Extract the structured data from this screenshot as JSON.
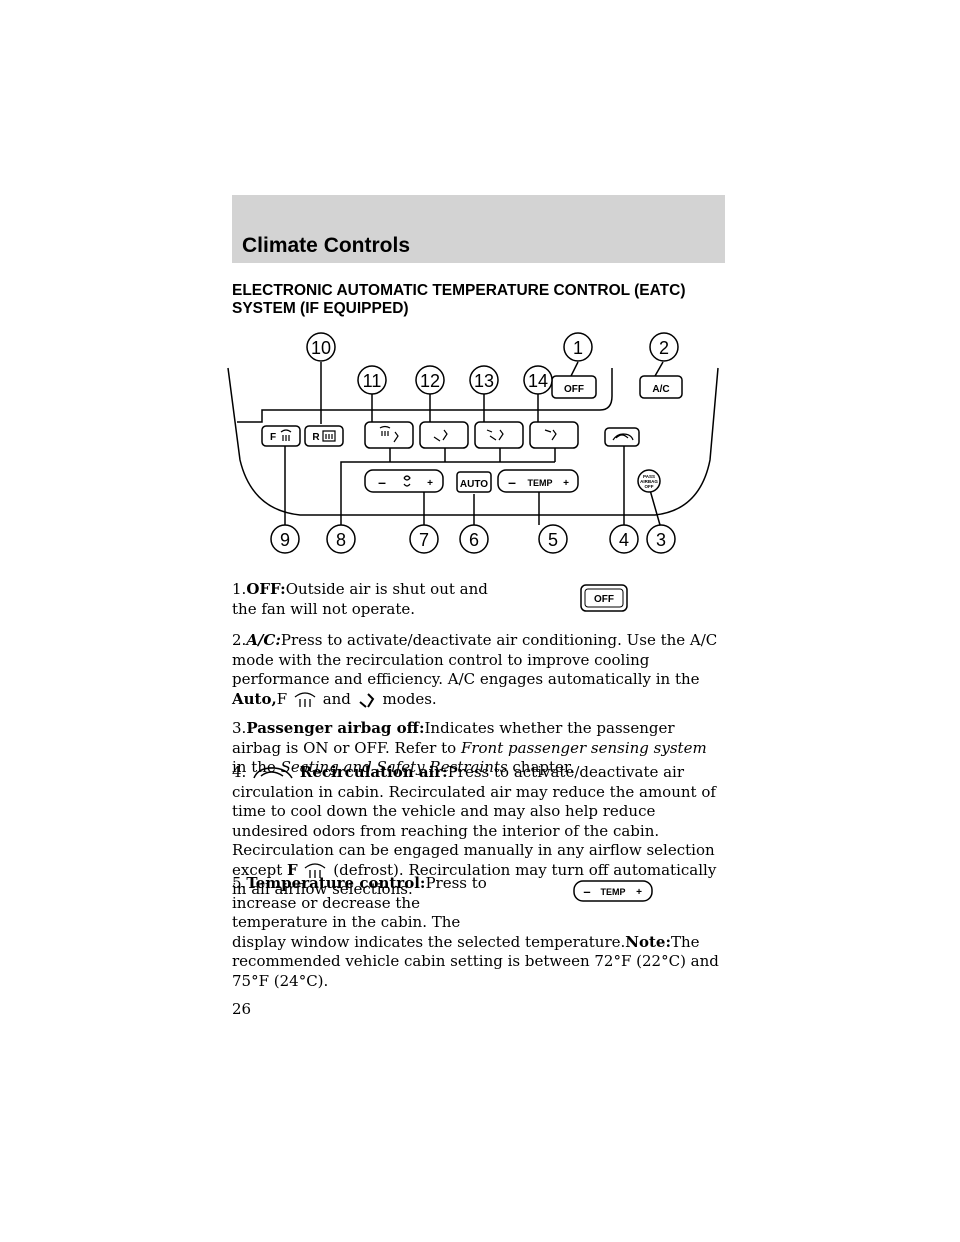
{
  "header": {
    "title": "Climate Controls"
  },
  "section": {
    "title_line1": "ELECTRONIC AUTOMATIC TEMPERATURE CONTROL (EATC)",
    "title_line2": "SYSTEM (IF EQUIPPED)"
  },
  "diagram": {
    "callouts": [
      "10",
      "1",
      "2",
      "11",
      "12",
      "13",
      "14",
      "9",
      "8",
      "7",
      "6",
      "5",
      "4",
      "3"
    ],
    "labels": {
      "off": "OFF",
      "ac": "A/C",
      "front_defrost": "F",
      "rear_defrost": "R",
      "auto": "AUTO",
      "temp": "TEMP",
      "minus": "–",
      "plus": "+",
      "pass": "PASS",
      "airbag": "AIRBAG",
      "airbag_off": "OFF"
    }
  },
  "items": {
    "item1": {
      "num": "1.",
      "term": "OFF:",
      "text_line1": "Outside air is shut out and",
      "text_line2": "the fan will not operate."
    },
    "item2": {
      "num": "2.",
      "term": "A/C:",
      "text1": "Press to activate/deactivate air conditioning. Use the A/C mode with the recirculation control to improve cooling performance and efficiency. A/C engages automatically in the",
      "auto": "Auto,",
      "f": "F",
      "and": "and",
      "modes": "modes."
    },
    "item3": {
      "num": "3.",
      "term": "Passenger airbag off:",
      "text1": "Indicates whether the passenger airbag is ON or OFF. Refer to",
      "ref1": "Front passenger sensing system",
      "in_the": "in the",
      "ref2": "Seating and Safety Restraints",
      "chapter": "chapter."
    },
    "item4": {
      "num": "4.",
      "term": "Recirculation air:",
      "text1": "Press to activate/deactivate air circulation in cabin. Recirculated air may reduce the amount of time to cool down the vehicle and may also help reduce undesired odors from reaching the interior of the cabin. Recirculation can be engaged manually in any airflow selection except",
      "f": "F",
      "text2": "(defrost). Recirculation may turn off automatically in all airflow selections."
    },
    "item5": {
      "num": "5.",
      "term": "Temperature control:",
      "text_line1": "Press to",
      "text_line2": "increase or decrease the",
      "text_line3": "temperature in the cabin. The",
      "text_line4": "display window indicates the selected temperature.",
      "note": "Note:",
      "note_text": "The recommended vehicle cabin setting is between 72°F (22°C) and 75°F (24°C)."
    }
  },
  "page": {
    "number": "26"
  }
}
